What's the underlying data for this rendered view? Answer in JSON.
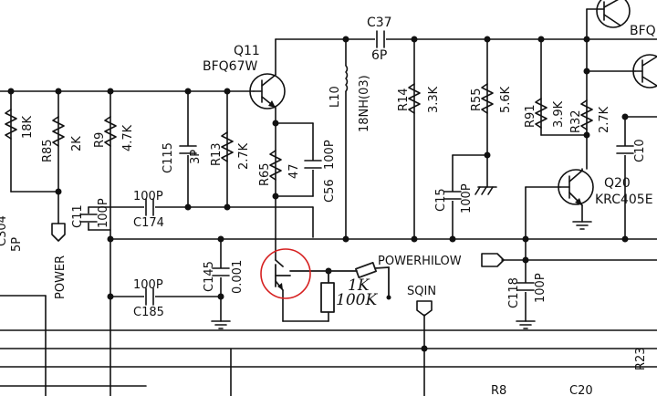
{
  "labels": {
    "q11_ref": "Q11",
    "q11_part": "BFQ67W",
    "c37_ref": "C37",
    "c37_val": "6P",
    "l10_ref": "L10",
    "l10_val": "18NH(03)",
    "r14_ref": "R14",
    "r14_val": "3.3K",
    "r55_ref": "R55",
    "r55_val": "5.6K",
    "r91_ref": "R91",
    "r91_val": "3.9K",
    "r32_ref": "R32",
    "r32_val": "2.7K",
    "c10_ref": "C10",
    "bfq_top": "BFQ",
    "q20_ref": "Q20",
    "q20_part": "KRC405E",
    "r85_ref": "R85",
    "r85_val": "2K",
    "r9_ref": "R9",
    "r9_val": "4.7K",
    "r18k_val": "18K",
    "c115_ref": "C115",
    "c115_val": "3P",
    "r13_ref": "R13",
    "r13_val": "2.7K",
    "r65_ref": "R65",
    "r65_val": "47",
    "c56_ref": "C56",
    "c56_val": "100P",
    "c11_ref": "C11",
    "c11_val": "100P",
    "c174_val": "100P",
    "c174_ref": "C174",
    "c15_ref": "C15",
    "c15_val": "100P",
    "c304_ref": "C304",
    "c304_val": "5P",
    "power_label": "POWER",
    "c145_ref": "C145",
    "c145_val": "0.001",
    "c185_val": "100P",
    "c185_ref": "C185",
    "powerhilow_label": "POWERHILOW",
    "c118_ref": "C118",
    "c118_val": "100P",
    "sqin_label": "SQIN",
    "hand_1k": "1K",
    "hand_100k": "100K",
    "r8_ref": "R8",
    "c20_ref": "C20",
    "r23_ref": "R23"
  },
  "colors": {
    "wire": "#111111",
    "annotation_circle": "#d62020",
    "background": "#ffffff"
  }
}
